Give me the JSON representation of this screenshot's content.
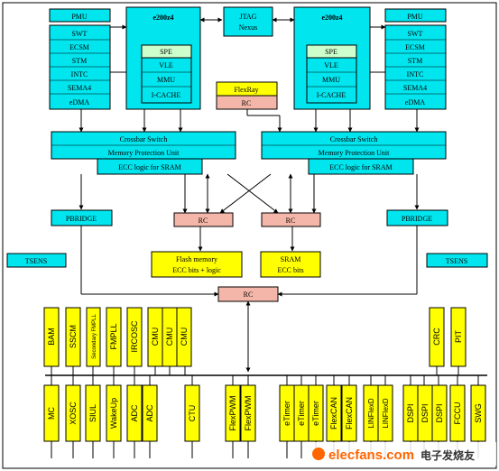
{
  "colors": {
    "cyan": "#00e5ee",
    "yellow": "#ffff00",
    "pink": "#f4b6a8",
    "palegreen": "#ccffcc",
    "line": "#000000",
    "watermark_orange": "#ff6600",
    "watermark_dark": "#333333"
  },
  "left_periph": {
    "pmu": "PMU",
    "items": [
      "SWT",
      "ECSM",
      "STM",
      "INTC",
      "SEMA4",
      "eDMA"
    ]
  },
  "right_periph": {
    "pmu": "PMU",
    "items": [
      "SWT",
      "ECSM",
      "STM",
      "INTC",
      "SEMA4",
      "eDMA"
    ]
  },
  "core_left": {
    "title": "e200z4",
    "spe": "SPE",
    "items": [
      "VLE",
      "MMU",
      "I-CACHE"
    ]
  },
  "core_right": {
    "title": "e200z4",
    "spe": "SPE",
    "items": [
      "VLE",
      "MMU",
      "I-CACHE"
    ]
  },
  "jtag": {
    "line1": "JTAG",
    "line2": "Nexus"
  },
  "flexray": {
    "label": "FlexRay",
    "rc": "RC"
  },
  "crossbar_left": {
    "l1": "Crossbar Switch",
    "l2": "Memory Protection Unit",
    "l3": "ECC logic for SRAM"
  },
  "crossbar_right": {
    "l1": "Crossbar Switch",
    "l2": "Memory Protection Unit",
    "l3": "ECC logic for SRAM"
  },
  "rc_left": "RC",
  "rc_right": "RC",
  "rc_center": "RC",
  "pbridge_left": "PBRIDGE",
  "pbridge_right": "PBRIDGE",
  "tsens_left": "TSENS",
  "tsens_right": "TSENS",
  "flash": {
    "l1": "Flash memory",
    "l2": "ECC bits + logic"
  },
  "sram": {
    "l1": "SRAM",
    "l2": "ECC bits"
  },
  "top_periph": [
    "BAM",
    "SSCM",
    "Secondary FMPLL",
    "FMPLL",
    "IRCOSC",
    "CMU",
    "CMU",
    "CMU",
    "CRC",
    "PIT"
  ],
  "bottom_periph": [
    "MC",
    "XOSC",
    "SIUL",
    "WakeUp",
    "ADC",
    "ADC",
    "CTU",
    "FlexPWM",
    "FlexPWM",
    "eTimer",
    "eTimer",
    "eTimer",
    "FlexCAN",
    "FlexCAN",
    "LINFlexD",
    "LINFlexD",
    "DSPI",
    "DSPI",
    "DSPI",
    "FCCU",
    "SWG"
  ],
  "watermark": {
    "text": "elecfans.com",
    "cn": "电子发烧友"
  }
}
